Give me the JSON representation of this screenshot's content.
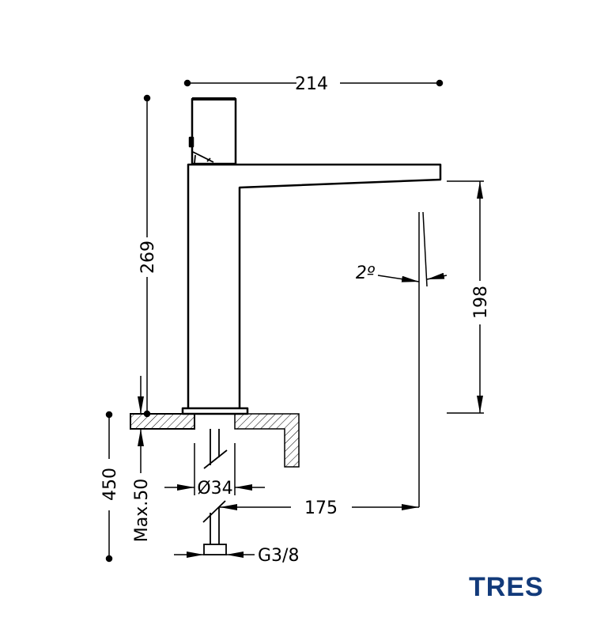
{
  "dimensions": {
    "width": "214",
    "height_total": "269",
    "spout_height": "198",
    "angle": "2º",
    "diameter": "Ø34",
    "reach": "175",
    "hose_length": "450",
    "max_counter": "Max.50",
    "thread": "G3/8"
  },
  "brand": {
    "name": "TRES",
    "color": "#123a7a"
  }
}
